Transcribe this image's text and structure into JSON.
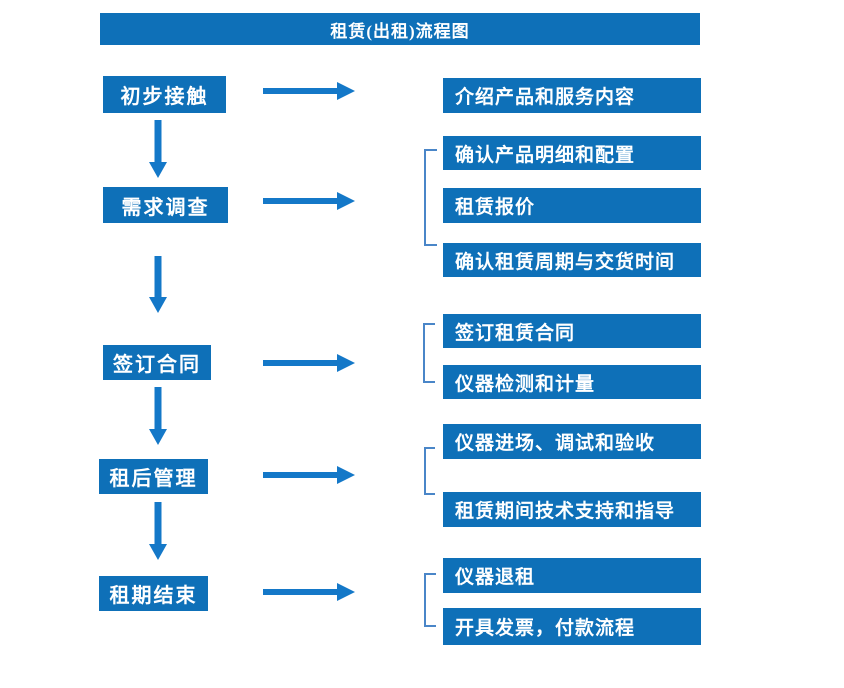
{
  "title": "租赁(出租)流程图",
  "colors": {
    "box_blue": "#0e70b8",
    "arrow_blue": "#1478c8",
    "bracket_blue": "#4a86c8",
    "text_white": "#ffffff",
    "background": "#ffffff"
  },
  "flow": {
    "steps": [
      {
        "label": "初步接触",
        "details": [
          "介绍产品和服务内容"
        ]
      },
      {
        "label": "需求调查",
        "details": [
          "确认产品明细和配置",
          "租赁报价",
          "确认租赁周期与交货时间"
        ]
      },
      {
        "label": "签订合同",
        "details": [
          "签订租赁合同",
          "仪器检测和计量"
        ]
      },
      {
        "label": "租后管理",
        "details": [
          "仪器进场、调试和验收",
          "租赁期间技术支持和指导"
        ]
      },
      {
        "label": "租期结束",
        "details": [
          "仪器退租",
          "开具发票，付款流程"
        ]
      }
    ]
  }
}
